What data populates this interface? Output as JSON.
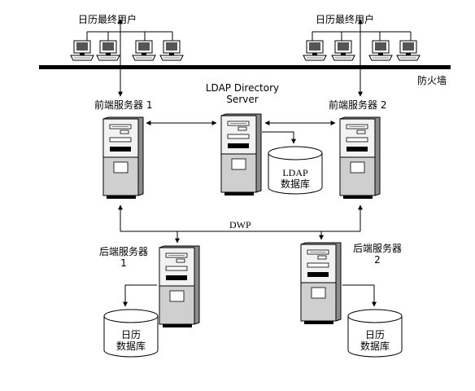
{
  "labels": {
    "end_users_left": "日历最终用户",
    "end_users_right": "日历最终用户",
    "firewall": "防火墙",
    "ldap_server_line1": "LDAP Directory",
    "ldap_server_line2": "Server",
    "front_server_1": "前端服务器 1",
    "front_server_2": "前端服务器 2",
    "ldap_db_line1": "LDAP",
    "ldap_db_line2": "数据库",
    "dwp": "DWP",
    "back_server_1_line1": "后端服务器",
    "back_server_1_line2": "1",
    "back_server_2_line1": "后端服务器",
    "back_server_2_line2": "2",
    "cal_db_1_line1": "日历",
    "cal_db_1_line2": "数据库",
    "cal_db_2_line1": "日历",
    "cal_db_2_line2": "数据库"
  },
  "colors": {
    "line": "#000000",
    "tower_top": "#f2f2f2",
    "tower_bottom": "#cfcfcf",
    "tower_side": "#8c8c8c",
    "monitor_screen": "#555555",
    "firewall": "#000000"
  },
  "icons": {
    "workstation": "workstation-icon",
    "server": "server-tower-icon",
    "database": "database-cylinder-icon"
  }
}
